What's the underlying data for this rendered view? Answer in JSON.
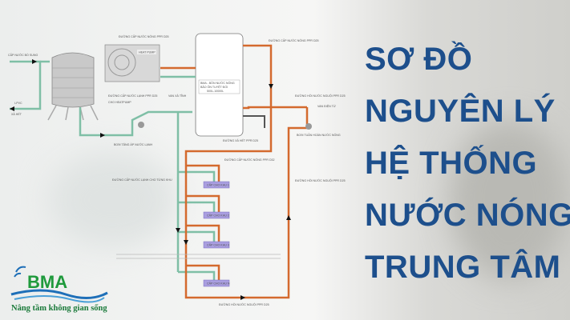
{
  "title_lines": [
    "SƠ ĐỒ",
    "NGUYÊN LÝ",
    "HỆ THỐNG",
    "NƯỚC NÓNG",
    "TRUNG TÂM"
  ],
  "colors": {
    "title": "#1d4f8c",
    "hot_pipe": "#d46a2e",
    "cold_pipe": "#7fbfa6",
    "zone_box": "#9b8fd6",
    "logo_green": "#1f9a3c",
    "logo_blue": "#1e6fb8"
  },
  "logo": {
    "text": "BMA",
    "slogan": "Nâng tầm không gian sống"
  },
  "diagram": {
    "supply_in": "CẤP NƯỚC BỔ SUNG",
    "drain_pvc": "I-PVC",
    "drain": "XẢ HẾT",
    "heatpump_label": "HEAT PUMP",
    "hot_to_tank": "ĐƯỜNG CẤP NƯỚC NÓNG PPR D25",
    "cold_to_hp": "ĐƯỜNG CẤP NƯỚC LẠNH PPR D25",
    "cold_to_hp_2": "CHO HEATPUMP",
    "safety_valve": "VAN XẢ TĨNH",
    "booster_pump": "BƠM TĂNG ÁP NƯỚC LẠNH",
    "tank_label": [
      "BMA - BỒN NƯỚC NÓNG",
      "BẢO ÔN TUYỆT ĐỐI",
      "500L-10000L"
    ],
    "hot_out": "ĐƯỜNG CẤP NƯỚC NÓNG PPR D25",
    "return_top": "ĐƯỜNG HỒI NƯỚC NGUỘI PPR D25",
    "solenoid": "VAN ĐIỆN TỪ",
    "circ_pump": "BƠM TUẦN HOÀN NƯỚC NÓNG",
    "drain_line": "ĐƯỜNG XẢ HẾT PPR D25",
    "hot_main": "ĐƯỜNG CẤP NƯỚC NÓNG PPR D32",
    "cold_zones": "ĐƯỜNG CẤP NƯỚC LẠNH CHO TỪNG KHU",
    "return_right": "ĐƯỜNG HỒI NƯỚC NGUỘI PPR D25",
    "return_bottom": "ĐƯỜNG HỒI NƯỚC NGUỘI PPR D25",
    "zones": [
      "CẤP CHO KHU 1",
      "CẤP CHO KHU 2",
      "CẤP CHO KHU 3",
      "CẤP CHO KHU N"
    ]
  }
}
